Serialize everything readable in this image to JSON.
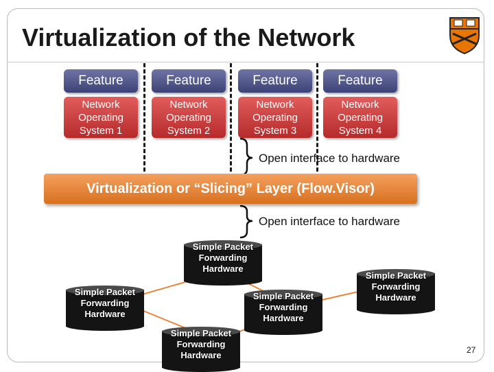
{
  "title": "Virtualization of the Network",
  "features": [
    "Feature",
    "Feature",
    "Feature",
    "Feature"
  ],
  "nos": [
    "Network Operating System 1",
    "Network Operating System 2",
    "Network Operating System 3",
    "Network Operating System 4"
  ],
  "open_interface_upper": "Open interface to hardware",
  "slicing_layer": "Virtualization or “Slicing” Layer (Flow.Visor)",
  "open_interface_lower": "Open interface to hardware",
  "switches": [
    "Simple Packet Forwarding Hardware",
    "Simple Packet Forwarding Hardware",
    "Simple Packet Forwarding Hardware",
    "Simple Packet Forwarding Hardware",
    "Simple Packet Forwarding Hardware"
  ],
  "page_number": "27",
  "colors": {
    "feature": "#4a5087",
    "nos": "#c93a3a",
    "slicing": "#e8843a",
    "switch": "#141414"
  }
}
